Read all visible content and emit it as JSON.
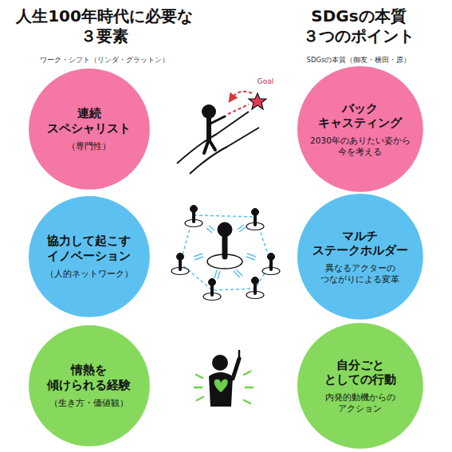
{
  "diagram": {
    "nodes": [
      {
        "text": [
          "連続 スペシャリスト",
          "（専門性）"
        ]
      },
      {
        "text": [
          "バック キャスティング",
          "2030年のありたい姿から 今を考える"
        ]
      },
      {
        "text": [
          "協力して起こす イノベーション",
          "（人的ネットワーク）"
        ]
      },
      {
        "text": [
          "マルチ ステークホルダー",
          "異なるアクターの つながりによる変革"
        ]
      },
      {
        "text": [
          "情熱を 傾けられる経験",
          "（生き方・価値観）"
        ]
      },
      {
        "text": [
          "自分ごと としての行動",
          "内発的動機からの アクション"
        ]
      }
    ],
    "labels": [
      "人生100年時代に必要な ３要素",
      "ワーク・シフト（リンダ・グラットン）",
      "SDGsの本質 ３つのポイント",
      "SDGsの本質（御友・横田・原）",
      "Goal"
    ]
  }
}
